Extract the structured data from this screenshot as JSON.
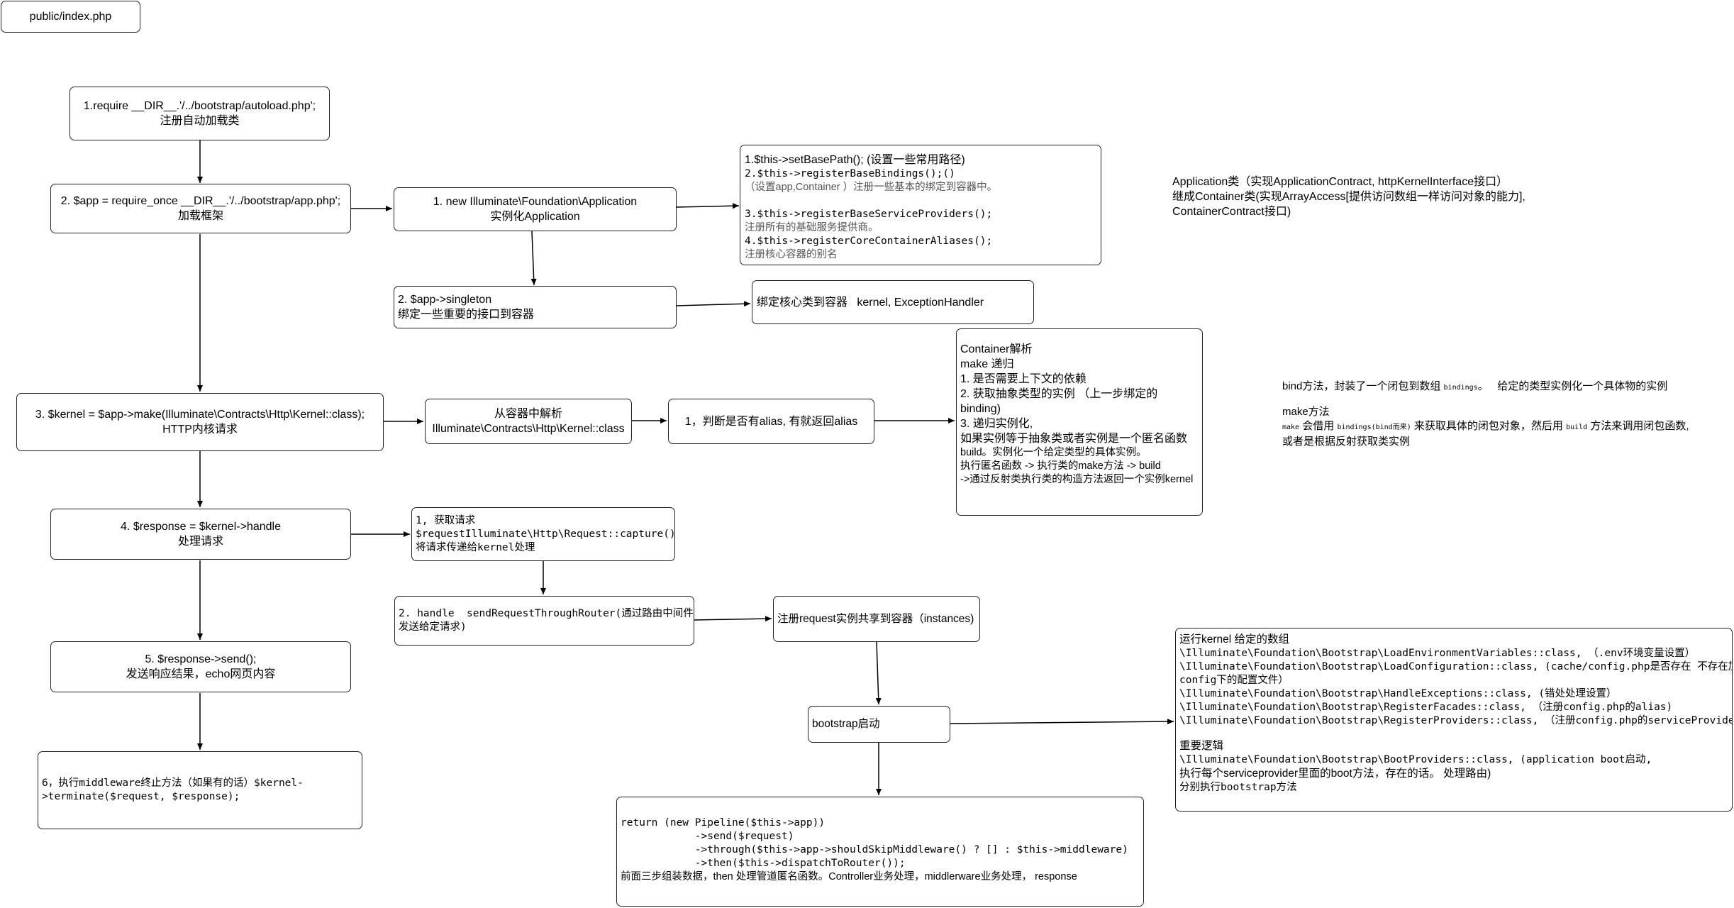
{
  "title_box": "public/index.php",
  "step1": {
    "line1": "1.require __DIR__.'/../bootstrap/autoload.php';",
    "line2": "注册自动加载类"
  },
  "step2": {
    "line1": "2. $app = require_once __DIR__.'/../bootstrap/app.php';",
    "line2": "加载框架"
  },
  "new_app": {
    "line1": "1. new Illuminate\\Foundation\\Application",
    "line2": "实例化Application"
  },
  "app_ctor": {
    "l1": "1.$this->setBasePath(); (设置一些常用路径)",
    "l2": "2.$this->registerBaseBindings();()",
    "l3": "（设置app,Container ）注册一些基本的绑定到容器中。",
    "l4": "3.$this->registerBaseServiceProviders();",
    "l5": "注册所有的基础服务提供商。",
    "l6": "4.$this->registerCoreContainerAliases();",
    "l7": "注册核心容器的别名"
  },
  "app_note": {
    "l1": "Application类（实现ApplicationContract, httpKernelInterface接口）",
    "l2": "继成Container类(实现ArrayAccess[提供访问数组一样访问对象的能力],",
    "l3": "ContainerContract接口)"
  },
  "singleton": {
    "line1": "2. $app->singleton",
    "line2": "绑定一些重要的接口到容器"
  },
  "bind_core": "绑定核心类到容器   kernel, ExceptionHandler",
  "step3": {
    "line1": "3. $kernel = $app->make(Illuminate\\Contracts\\Http\\Kernel::class);",
    "line2": "HTTP内核请求"
  },
  "resolve": {
    "line1": "从容器中解析",
    "line2": "Illuminate\\Contracts\\Http\\Kernel::class"
  },
  "alias_check": "1，判断是否有alias, 有就返回alias",
  "container": {
    "l1": "Container解析",
    "l2": "make 递归",
    "l3": "1. 是否需要上下文的依赖",
    "l4": "2. 获取抽象类型的实例 （上一步绑定的",
    "l5": "binding)",
    "l6": "3. 递归实例化,",
    "l7": "如果实例等于抽象类或者实例是一个匿名函数",
    "l8": "build。实例化一个给定类型的具体实例。",
    "l9": "执行匿名函数 -> 执行类的make方法 -> build",
    "l10": "->通过反射类执行类的构造方法返回一个实例kernel"
  },
  "bind_note": {
    "l1a": "bind方法，封装了一个闭包到数组 ",
    "l1b": "bindings",
    "l1c": "。   给定的类型实例化一个具体物的实例",
    "l2": "make方法",
    "l3a": "make",
    "l3b": " 会借用 ",
    "l3c": "bindings(bind而来)",
    "l3d": " 来获取具体的闭包对象，然后用 ",
    "l3e": "build",
    "l3f": " 方法来调用闭包函数,",
    "l4": "或者是根据反射获取类实例"
  },
  "step4": {
    "line1": "4. $response = $kernel->handle",
    "line2": "处理请求"
  },
  "capture": {
    "l1": "1, 获取请求",
    "l2": "$requestIlluminate\\Http\\Request::capture()",
    "l3": "将请求传递给kernel处理"
  },
  "handle": {
    "l1": "2. handle  sendRequestThroughRouter(通过路由中间件",
    "l2": "发送给定请求)"
  },
  "instances": "注册request实例共享到容器（instances)",
  "bootstrap": "bootstrap启动",
  "bootstrappers": {
    "l1": "运行kernel 给定的数组",
    "l2": "\\Illuminate\\Foundation\\Bootstrap\\LoadEnvironmentVariables::class, （.env环境变量设置）",
    "l3": "\\Illuminate\\Foundation\\Bootstrap\\LoadConfiguration::class, (cache/config.php是否存在 不存在加载",
    "l4": "config下的配置文件）",
    "l5": "\\Illuminate\\Foundation\\Bootstrap\\HandleExceptions::class, (错处处理设置）",
    "l6": "\\Illuminate\\Foundation\\Bootstrap\\RegisterFacades::class, （注册config.php的alias)",
    "l7": "\\Illuminate\\Foundation\\Bootstrap\\RegisterProviders::class, （注册config.php的serviceProvider)",
    "l8": "重要逻辑",
    "l9": "\\Illuminate\\Foundation\\Bootstrap\\BootProviders::class, (application boot启动,",
    "l10": "执行每个serviceprovider里面的boot方法，存在的话。 处理路由)",
    "l11": "分别执行bootstrap方法"
  },
  "pipeline": {
    "l1": "return (new Pipeline($this->app))",
    "l2": "            ->send($request)",
    "l3": "            ->through($this->app->shouldSkipMiddleware() ? [] : $this->middleware)",
    "l4": "            ->then($this->dispatchToRouter());",
    "l5": "前面三步组装数据，then 处理管道匿名函数。Controller业务处理，middlerware业务处理， response"
  },
  "step5": {
    "line1": "5. $response->send();",
    "line2": "发送响应结果，echo网页内容"
  },
  "step6": {
    "l1": "6，执行middleware终止方法（如果有的话）$kernel-",
    "l2": ">terminate($request, $response);"
  }
}
